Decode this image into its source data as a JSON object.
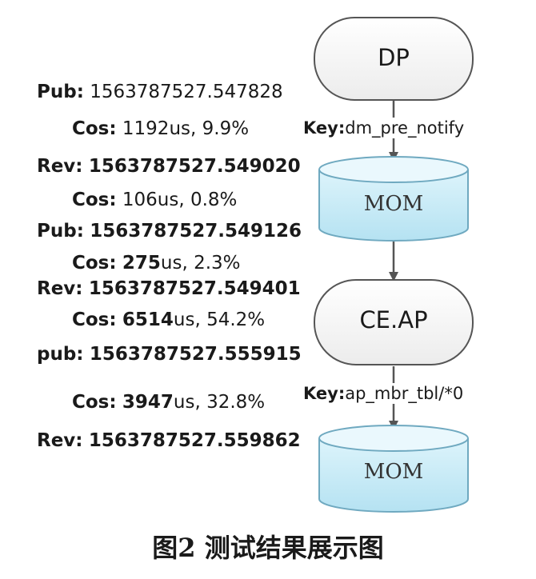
{
  "nodes": {
    "dp": "DP",
    "mom1": "MOM",
    "ceap": "CE.AP",
    "mom2": "MOM"
  },
  "edge_keys": [
    {
      "key": "Key:",
      "topic": "dm_pre_notify"
    },
    {
      "key": "Key:",
      "topic": "ap_mbr_tbl/*0"
    }
  ],
  "timeline": [
    {
      "kind": "ts",
      "label": "Pub:",
      "value": "1563787527.547828",
      "bold_value": false
    },
    {
      "kind": "cost",
      "label": "Cos:",
      "amount": "1192",
      "unit": "us,",
      "pct": "9.9%",
      "bold_amount": false
    },
    {
      "kind": "ts",
      "label": "Rev:",
      "value": "1563787527.549020",
      "bold_value": true
    },
    {
      "kind": "cost",
      "label": "Cos:",
      "amount": "106",
      "unit": "us,",
      "pct": "0.8%",
      "bold_amount": false
    },
    {
      "kind": "ts",
      "label": "Pub:",
      "value": "1563787527.549126",
      "bold_value": true
    },
    {
      "kind": "cost",
      "label": "Cos:",
      "amount": "275",
      "unit": "us,",
      "pct": "2.3%",
      "bold_amount": true
    },
    {
      "kind": "ts",
      "label": "Rev:",
      "value": "1563787527.549401",
      "bold_value": true
    },
    {
      "kind": "cost",
      "label": "Cos:",
      "amount": "6514",
      "unit": "us,",
      "pct": "54.2%",
      "bold_amount": true
    },
    {
      "kind": "ts",
      "label": "pub:",
      "value": "1563787527.555915",
      "bold_value": true
    },
    {
      "kind": "cost",
      "label": "Cos:",
      "amount": "3947",
      "unit": "us,",
      "pct": "32.8%",
      "bold_amount": true
    },
    {
      "kind": "ts",
      "label": "Rev:",
      "value": "1563787527.559862",
      "bold_value": true
    }
  ],
  "caption": "图2  测试结果展示图",
  "colors": {
    "terminal_fill": "#f5f5f5",
    "terminal_stroke": "#555555",
    "cylinder_fill": "#c9ecf7",
    "cylinder_top": "#eaf8fd",
    "cylinder_stroke": "#6fa9c0",
    "arrow": "#555555",
    "text": "#1a1a1a"
  }
}
